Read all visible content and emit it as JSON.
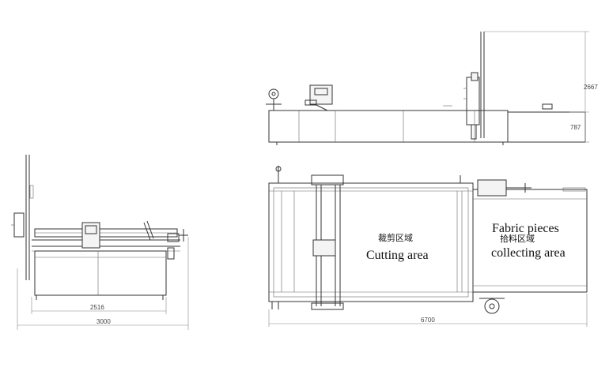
{
  "labels": {
    "cutting_cn": "裁剪区域",
    "cutting_en": "Cutting area",
    "fabric_en": "Fabric pieces",
    "collecting_cn": "拾料区域",
    "collecting_en": "collecting area"
  },
  "dimensions": {
    "height_total": "2667",
    "height_table": "787",
    "width_inner": "2516",
    "width_outer": "3000",
    "length_total": "6700"
  }
}
